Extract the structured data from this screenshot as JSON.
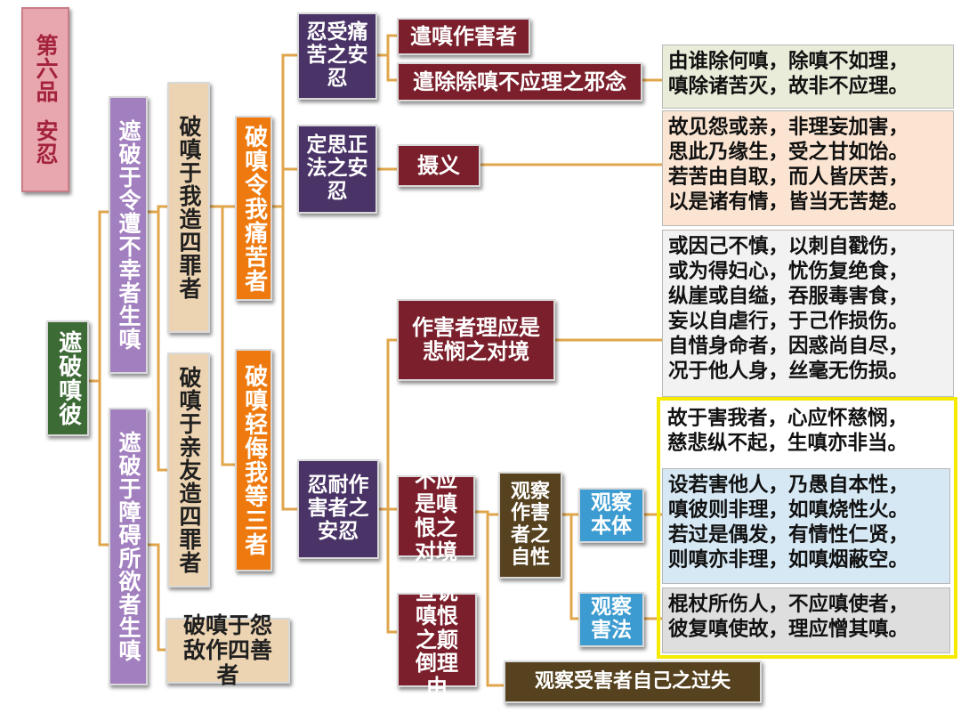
{
  "chapter": {
    "line1": "第六品",
    "line2": "安忍"
  },
  "root": "遮破嗔彼",
  "level1": {
    "a": "遮破于令遭不幸者生嗔",
    "b": "遮破于障碍所欲者生嗔"
  },
  "level2": {
    "a": "破嗔于我造四罪者",
    "b": "破嗔于亲友造四罪者",
    "c": "破嗔于怨敌作四善者"
  },
  "level3": {
    "a": "破嗔令我痛苦者",
    "b": "破嗔轻侮我等三者"
  },
  "level4": {
    "a": "忍受痛苦之安忍",
    "b": "定思正法之安忍",
    "c": "忍耐作害者之安忍"
  },
  "level5": {
    "a": "遣嗔作害者",
    "b": "遣除除嗔不应理之邪念",
    "c": "摄义",
    "d": "作害者理应是悲悯之对境",
    "e": "不应是嗔恨之对境",
    "f": "宣说嗔恨之颠倒理由"
  },
  "level6": {
    "a": "观察作害者之自性",
    "b": "观察受害者自己之过失"
  },
  "level7": {
    "a": "观察本体",
    "b": "观察害法"
  },
  "verses": {
    "v1": [
      "由谁除何嗔，除嗔不如理，",
      "嗔除诸苦灭，故非不应理。"
    ],
    "v2": [
      "故见怨或亲，非理妄加害，",
      "思此乃缘生，受之甘如饴。",
      "若苦由自取，而人皆厌苦，",
      "以是诸有情，皆当无苦楚。"
    ],
    "v3": [
      "或因己不慎，以刺自戳伤，",
      "或为得妇心，忧伤复绝食，",
      "纵崖或自缢，吞服毒害食，",
      "妄以自虐行，于己作损伤。",
      "自惜身命者，因惑尚自尽，",
      "况于他人身，丝毫无伤损。"
    ],
    "v4": [
      "故于害我者，心应怀慈悯，",
      "慈悲纵不起，生嗔亦非当。"
    ],
    "v5": [
      "设若害他人，乃愚自本性，",
      "嗔彼则非理，如嗔烧性火。",
      "若过是偶发，有情性仁贤，",
      "则嗔亦非理，如嗔烟蔽空。"
    ],
    "v6": [
      "棍杖所伤人，不应嗔使者，",
      "彼复嗔使故，理应憎其嗔。"
    ]
  },
  "colors": {
    "connector": "#e0a64c",
    "maroon": "#7a1f2b",
    "purple": "#4a3366",
    "orange": "#ee7a0f",
    "lavender": "#a27fbf",
    "tan": "#ecd3b1",
    "green": "#3d6b35",
    "brown": "#56421f",
    "blue": "#3c9bd0",
    "pink": "#e8a7ae",
    "highlight": "#f5ea00"
  }
}
